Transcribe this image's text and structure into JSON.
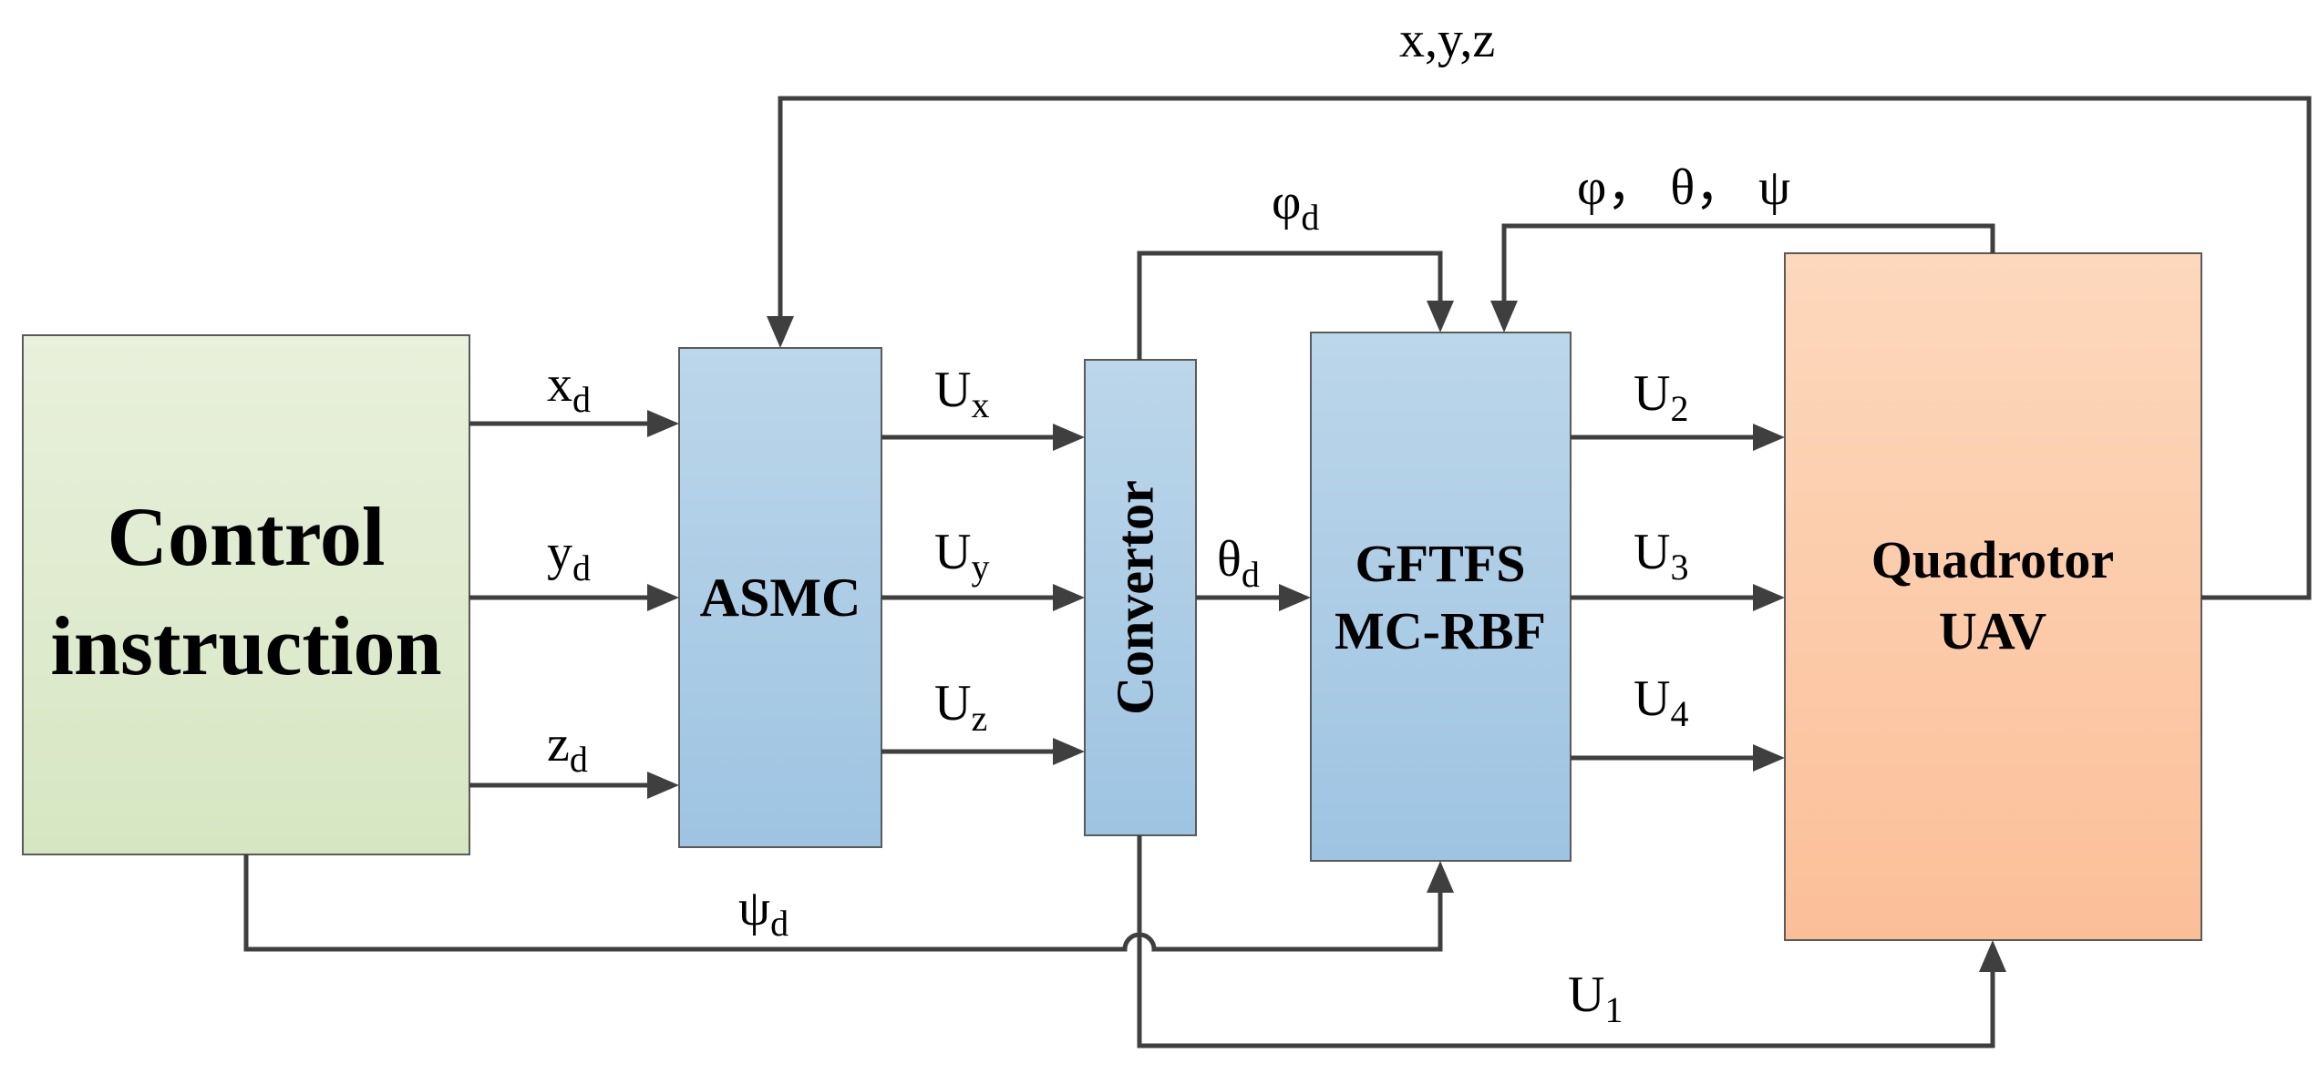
{
  "blocks": {
    "control": {
      "line1": "Control",
      "line2": "instruction"
    },
    "asmc": {
      "label": "ASMC"
    },
    "convertor": {
      "label": "Convertor"
    },
    "gftfs": {
      "line1": "GFTFS",
      "line2": "MC-RBF"
    },
    "quadrotor": {
      "line1": "Quadrotor",
      "line2": "UAV"
    }
  },
  "signals": {
    "xd": {
      "base": "x",
      "sub": "d"
    },
    "yd": {
      "base": "y",
      "sub": "d"
    },
    "zd": {
      "base": "z",
      "sub": "d"
    },
    "ux": {
      "base": "U",
      "sub": "x"
    },
    "uy": {
      "base": "U",
      "sub": "y"
    },
    "uz": {
      "base": "U",
      "sub": "z"
    },
    "phid": {
      "base": "φ",
      "sub": "d"
    },
    "thetad": {
      "base": "θ",
      "sub": "d"
    },
    "psid": {
      "base": "ψ",
      "sub": "d"
    },
    "u1": {
      "base": "U",
      "sub": "1"
    },
    "u2": {
      "base": "U",
      "sub": "2"
    },
    "u3": {
      "base": "U",
      "sub": "3"
    },
    "u4": {
      "base": "U",
      "sub": "4"
    },
    "position_feedback": "x,y,z",
    "attitude_feedback": "φ， θ， ψ"
  },
  "colors": {
    "control_top": "#e9f0dc",
    "control_bottom": "#d6e6c2",
    "blue_top": "#bcd6ea",
    "blue_bottom": "#9ec4e2",
    "orange_top": "#fdd8bd",
    "orange_bottom": "#fbbf98",
    "wire": "#3f3f3f"
  }
}
